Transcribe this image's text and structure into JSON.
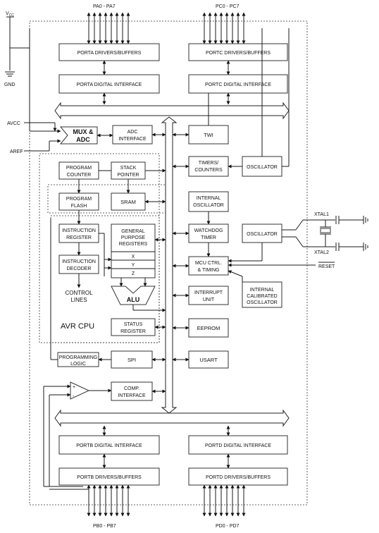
{
  "pins": {
    "porta": "PA0 - PA7",
    "portc": "PC0 - PC7",
    "portb": "PB0 - PB7",
    "portd": "PD0 - PD7",
    "vcc_main": "V",
    "vcc_sub": "CC",
    "gnd": "GND",
    "avcc": "AVCC",
    "aref": "AREF",
    "xtal1": "XTAL1",
    "xtal2": "XTAL2",
    "reset": "RESET"
  },
  "blocks": {
    "porta_drivers": "PORTA DRIVERS/BUFFERS",
    "porta_interface": "PORTA DIGITAL INTERFACE",
    "portc_drivers": "PORTC DRIVERS/BUFFERS",
    "portc_interface": "PORTC DIGITAL INTERFACE",
    "mux_adc_1": "MUX &",
    "mux_adc_2": "ADC",
    "adc_interface_1": "ADC",
    "adc_interface_2": "INTERFACE",
    "twi": "TWI",
    "program_counter_1": "PROGRAM",
    "program_counter_2": "COUNTER",
    "stack_pointer_1": "STACK",
    "stack_pointer_2": "POINTER",
    "timers_1": "TIMERS/",
    "timers_2": "COUNTERS",
    "oscillator_top": "OSCILLATOR",
    "program_flash_1": "PROGRAM",
    "program_flash_2": "FLASH",
    "sram": "SRAM",
    "internal_osc_1": "INTERNAL",
    "internal_osc_2": "OSCILLATOR",
    "instruction_register_1": "INSTRUCTION",
    "instruction_register_2": "REGISTER",
    "gpr_1": "GENERAL",
    "gpr_2": "PURPOSE",
    "gpr_3": "REGISTERS",
    "gpr_x": "X",
    "gpr_y": "Y",
    "gpr_z": "Z",
    "watchdog_1": "WATCHDOG",
    "watchdog_2": "TIMER",
    "oscillator_mid": "OSCILLATOR",
    "instruction_decoder_1": "INSTRUCTION",
    "instruction_decoder_2": "DECODER",
    "mcu_ctrl_1": "MCU CTRL.",
    "mcu_ctrl_2": "& TIMING",
    "control_lines_1": "CONTROL",
    "control_lines_2": "LINES",
    "alu": "ALU",
    "interrupt_1": "INTERRUPT",
    "interrupt_2": "UNIT",
    "cal_osc_1": "INTERNAL",
    "cal_osc_2": "CALIBRATED",
    "cal_osc_3": "OSCILLATOR",
    "avr_cpu": "AVR CPU",
    "status_1": "STATUS",
    "status_2": "REGISTER",
    "eeprom": "EEPROM",
    "prog_logic_1": "PROGRAMMING",
    "prog_logic_2": "LOGIC",
    "spi": "SPI",
    "usart": "USART",
    "comp_1": "COMP.",
    "comp_2": "INTERFACE",
    "comparator_plus": "+",
    "comparator_minus": "-",
    "portb_interface": "PORTB DIGITAL INTERFACE",
    "portd_interface": "PORTD DIGITAL INTERFACE",
    "portb_drivers": "PORTB DRIVERS/BUFFERS",
    "portd_drivers": "PORTD DRIVERS/BUFFERS"
  }
}
